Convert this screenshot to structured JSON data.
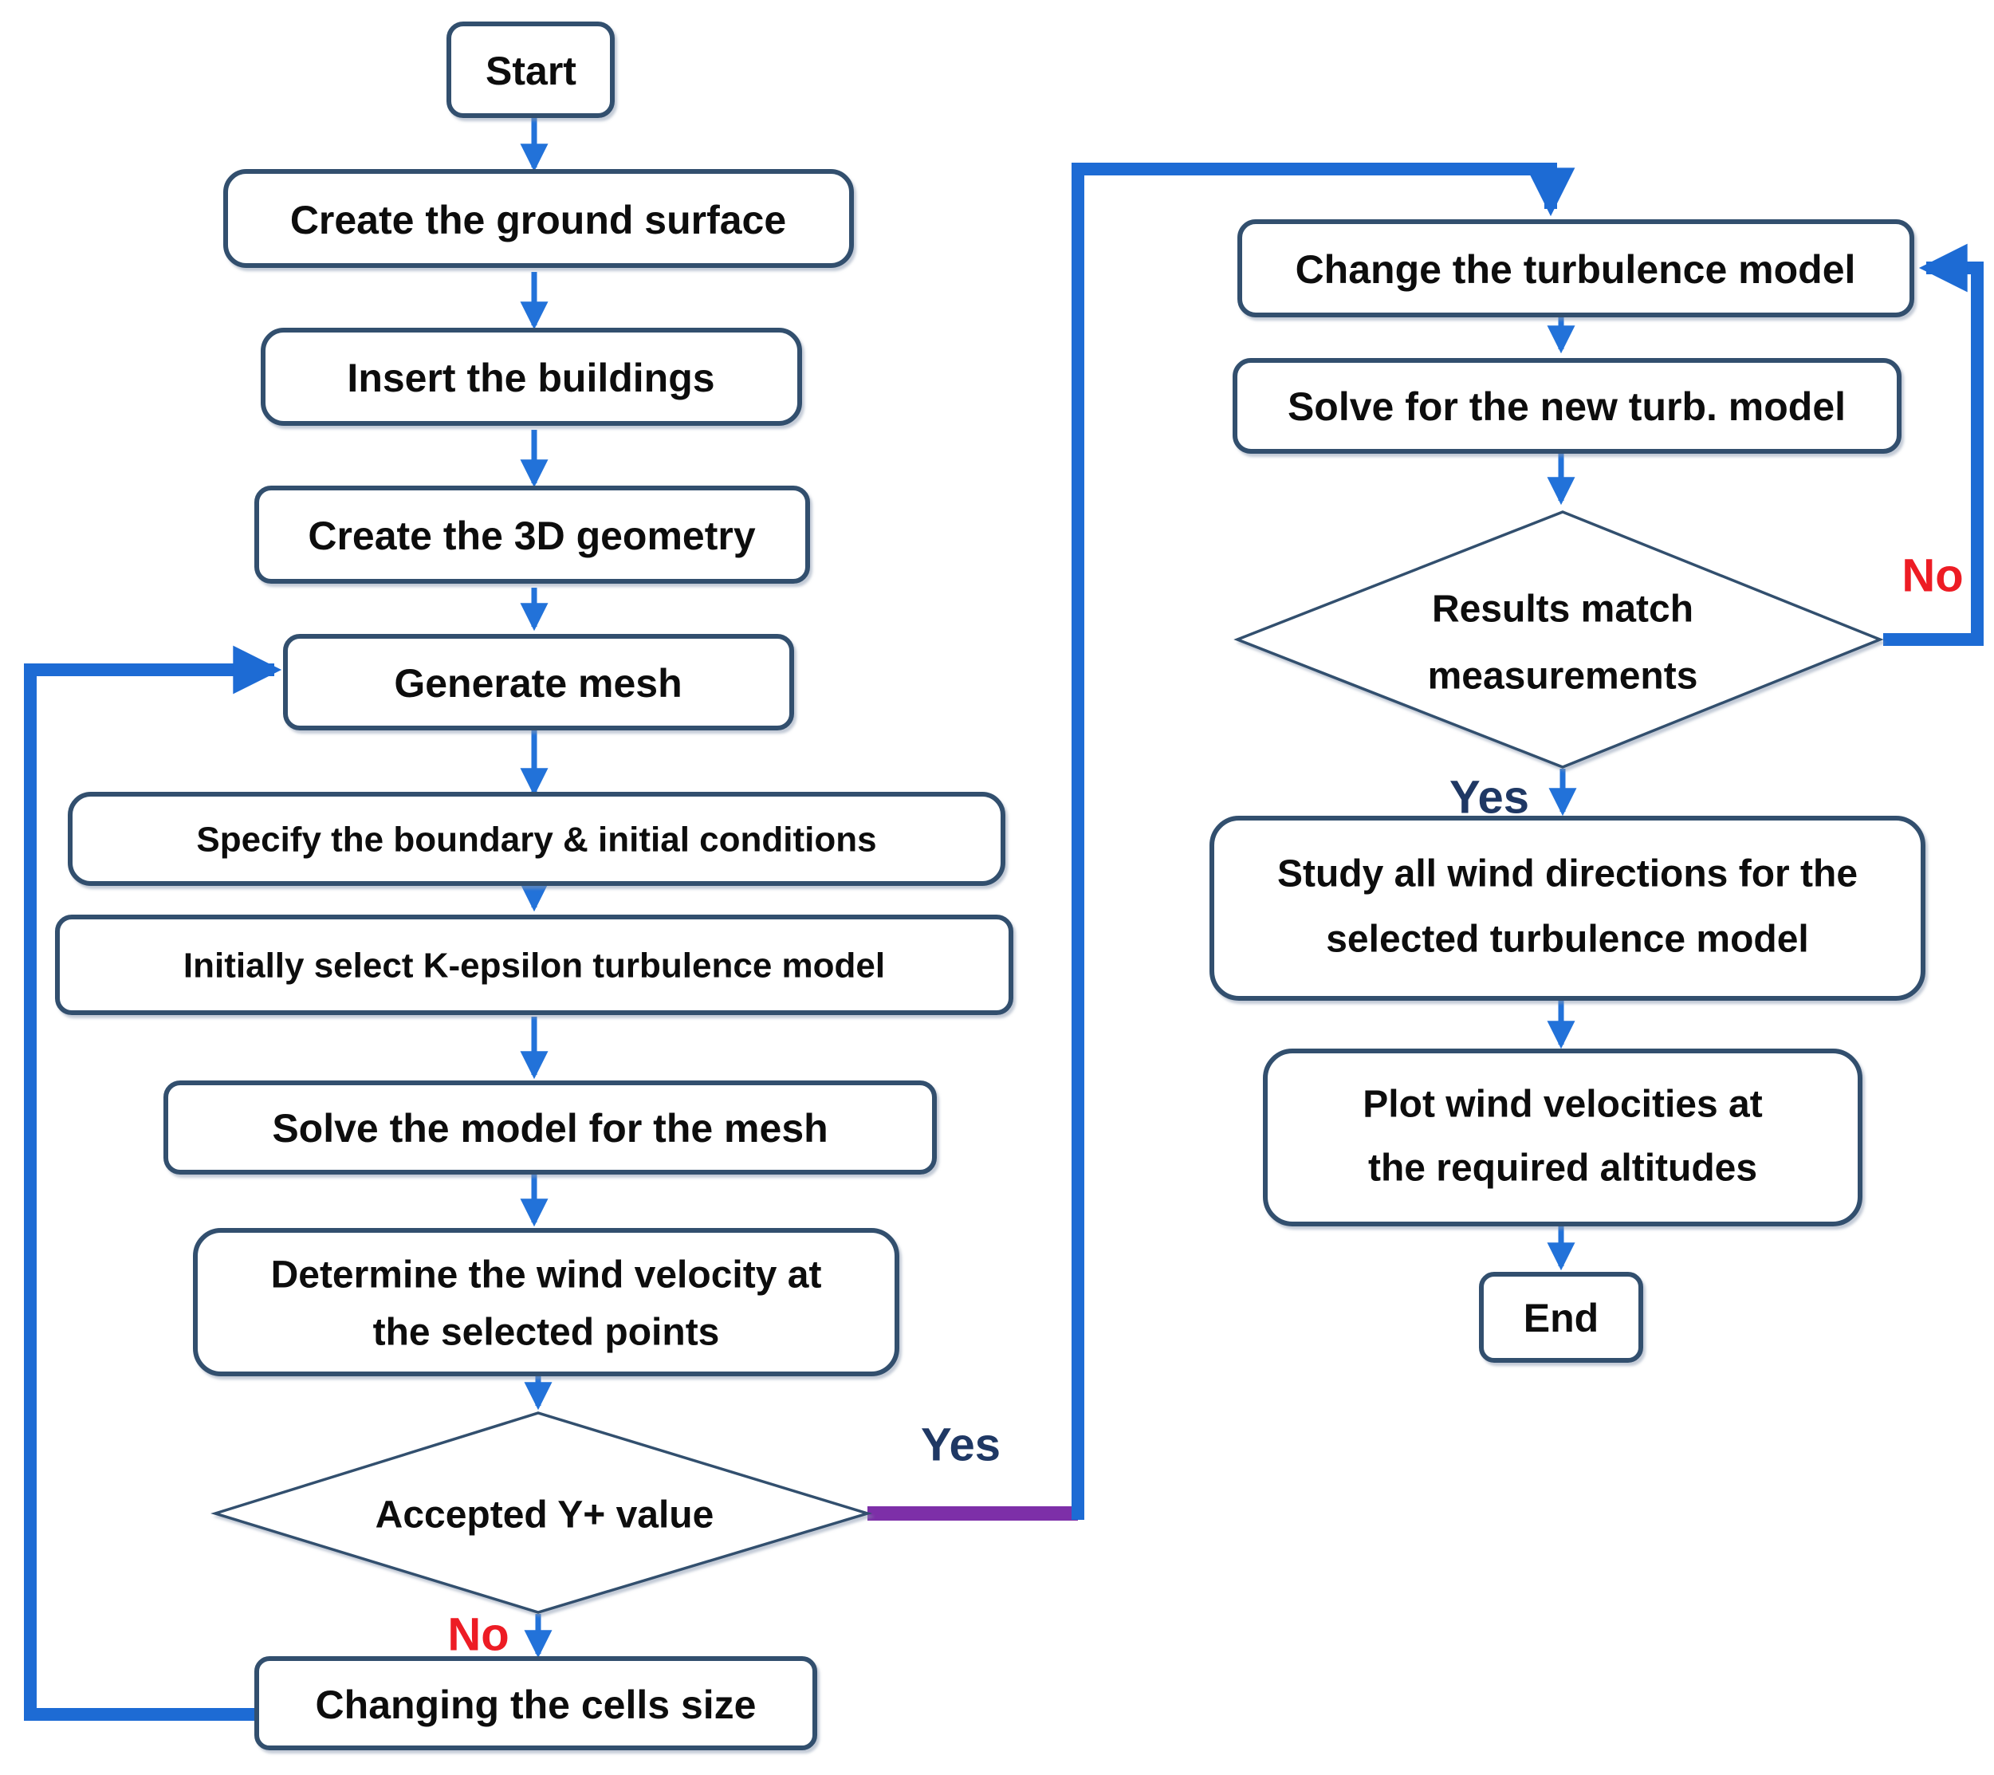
{
  "nodes": {
    "start": {
      "label": "Start"
    },
    "create_ground_surface": {
      "label": "Create the ground surface"
    },
    "insert_buildings": {
      "label": "Insert the buildings"
    },
    "create_3d_geometry": {
      "label": "Create the 3D geometry"
    },
    "generate_mesh": {
      "label": "Generate mesh"
    },
    "specify_conditions": {
      "label": "Specify the boundary & initial conditions"
    },
    "select_k_epsilon": {
      "label": "Initially select K-epsilon turbulence model"
    },
    "solve_model_mesh": {
      "label": "Solve the model for the mesh"
    },
    "determine_wind_velocity": {
      "lines": [
        "Determine the wind velocity at",
        "the selected points"
      ]
    },
    "accepted_y_plus": {
      "label": "Accepted Y+ value"
    },
    "changing_cells_size": {
      "label": "Changing the cells size"
    },
    "change_turbulence_model": {
      "label": "Change the turbulence model"
    },
    "solve_new_turb_model": {
      "label": "Solve for the new turb. model"
    },
    "results_match": {
      "lines": [
        "Results match",
        "measurements"
      ]
    },
    "study_wind_directions": {
      "lines": [
        "Study all wind directions for the",
        "selected turbulence model"
      ]
    },
    "plot_wind_velocities": {
      "lines": [
        "Plot wind velocities at",
        "the required altitudes"
      ]
    },
    "end": {
      "label": "End"
    }
  },
  "branch_labels": {
    "accepted_yes": "Yes",
    "accepted_no": "No",
    "results_yes": "Yes",
    "results_no": "No"
  },
  "colors": {
    "box_border": "#31506e",
    "arrow_blue": "#2272d9",
    "thick_connector_blue": "#1d6bd4",
    "yes_connector_purple": "#7d2fa8",
    "yes_label_navy": "#1f3864",
    "no_label_red": "#ed1c24",
    "text": "#0d0d0d",
    "background": "#ffffff"
  }
}
